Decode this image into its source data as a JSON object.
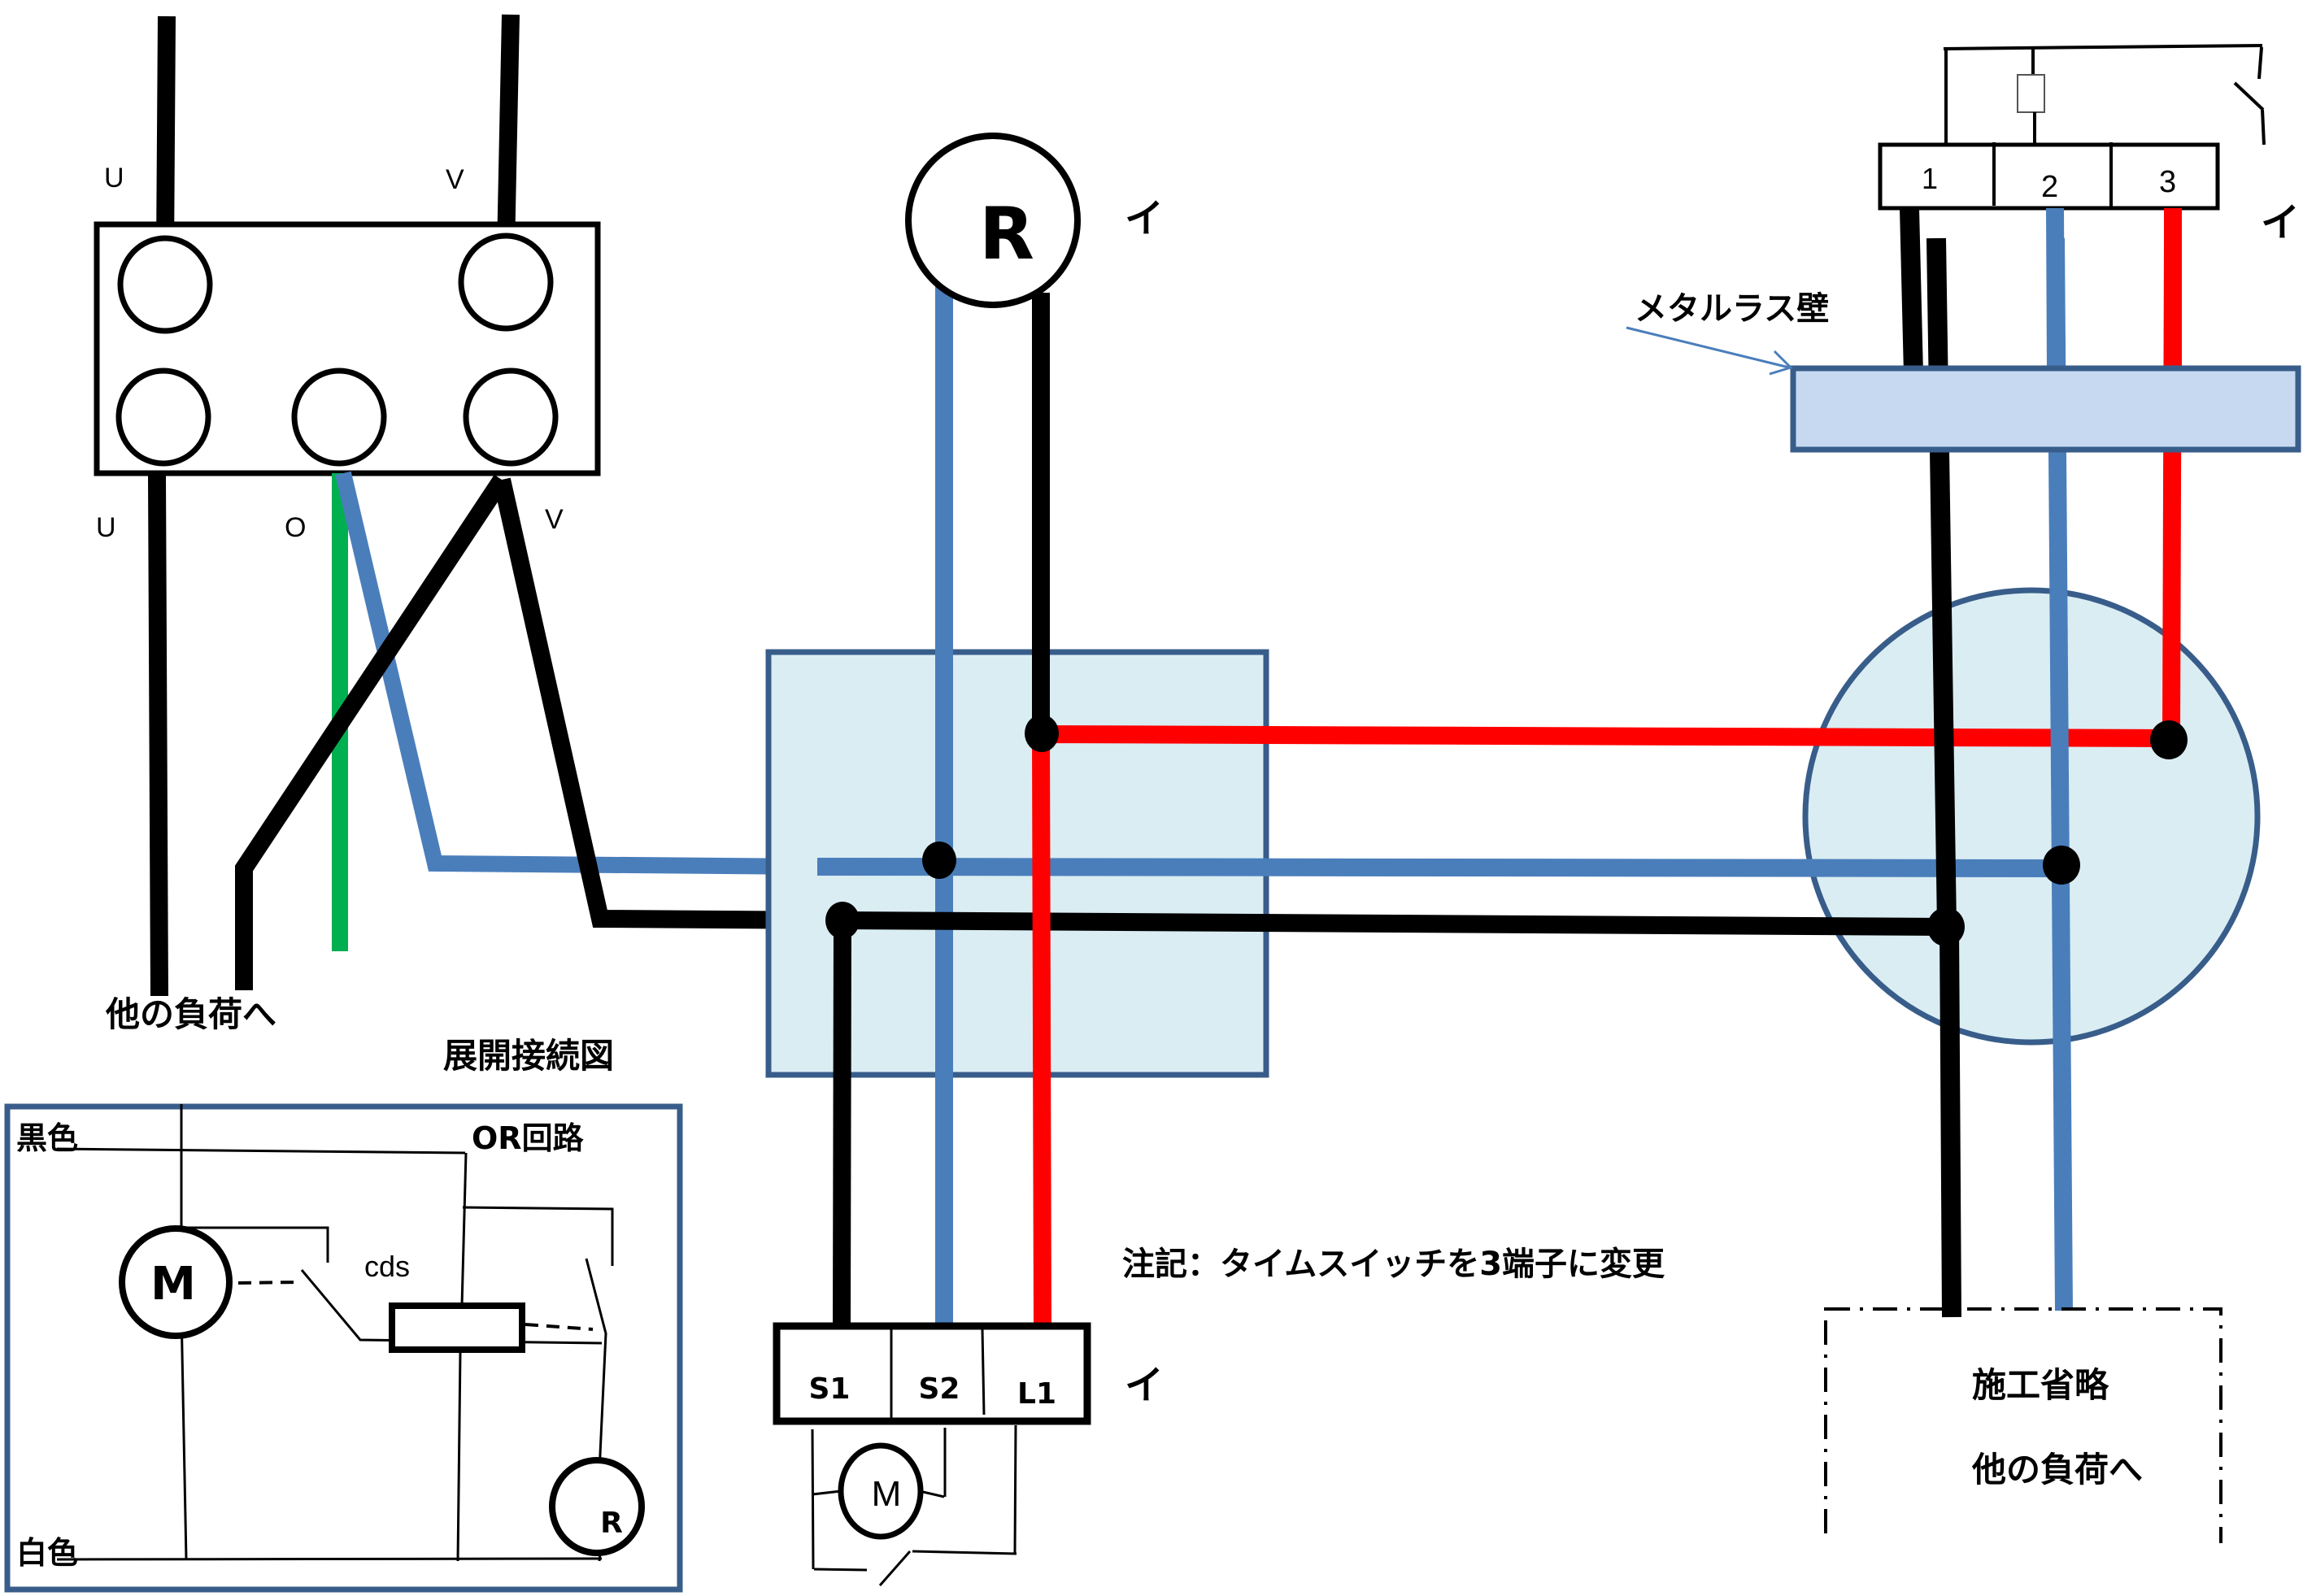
{
  "colors": {
    "black_wire": "#000000",
    "white_wire": "#4a7ebb",
    "red_wire": "#ff0000",
    "ground_wire": "#00b050",
    "box_fill": "#daedf3",
    "box_stroke": "#385d8a",
    "wall_fill": "#c6d9f1"
  },
  "panel": {
    "top_labels": {
      "u": "U",
      "v": "V"
    },
    "bottom_labels": {
      "u": "U",
      "o": "O",
      "v": "V"
    },
    "other_load_label": "他の負荷へ"
  },
  "lamp": {
    "symbol": "R",
    "mark": "イ"
  },
  "time_switch": {
    "terminals": [
      "1",
      "2",
      "3"
    ],
    "mark": "イ"
  },
  "wall": {
    "label": "メタルラス壁"
  },
  "motor_switch": {
    "terminals": [
      "S1",
      "S2",
      "L1"
    ],
    "mark": "イ",
    "motor_symbol": "M"
  },
  "note": "注記：タイムスイッチを3端子に変更",
  "omitted": {
    "line1": "施工省略",
    "line2": "他の負荷へ"
  },
  "schematic": {
    "title": "展開接続図",
    "black_label": "黒色",
    "white_label": "白色",
    "or_label": "OR回路",
    "cds_label": "cds",
    "motor_symbol": "M",
    "lamp_symbol": "R"
  }
}
